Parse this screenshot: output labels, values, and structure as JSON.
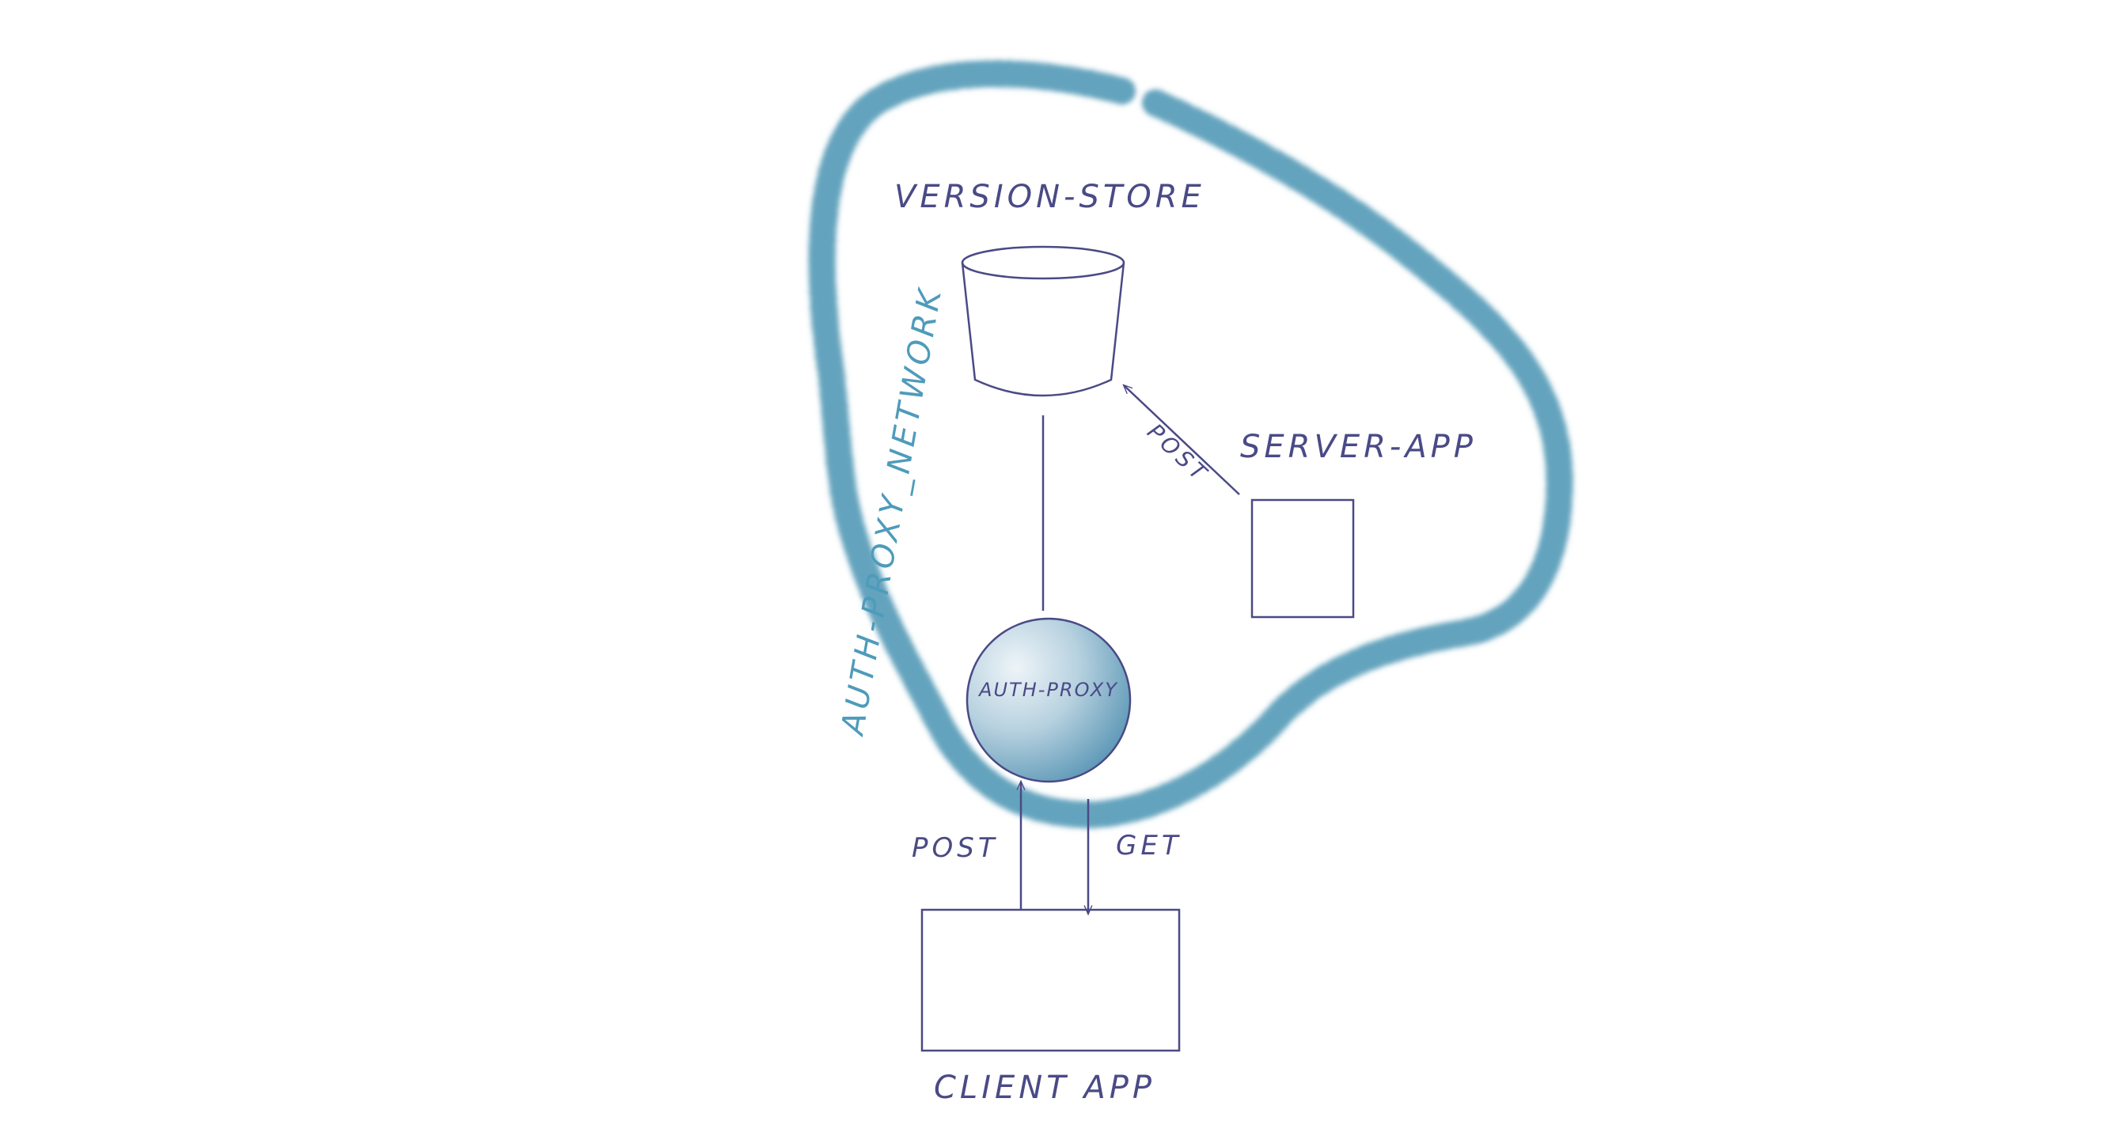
{
  "diagram": {
    "network_label": "AUTH-PROXY_NETWORK",
    "version_store": {
      "label": "VERSION-STORE"
    },
    "server_app": {
      "label": "SERVER-APP"
    },
    "auth_proxy": {
      "label": "AUTH-PROXY"
    },
    "client_app": {
      "label": "CLIENT APP"
    },
    "edges": {
      "server_to_store": "POST",
      "client_to_proxy": "POST",
      "proxy_to_client": "GET"
    },
    "colors": {
      "network_stroke": "#3f8fae",
      "ink": "#4a4a86",
      "network_label": "#4e9bbb",
      "proxy_fill_light": "#e6f0f5",
      "proxy_fill_dark": "#4f8fb0"
    }
  }
}
